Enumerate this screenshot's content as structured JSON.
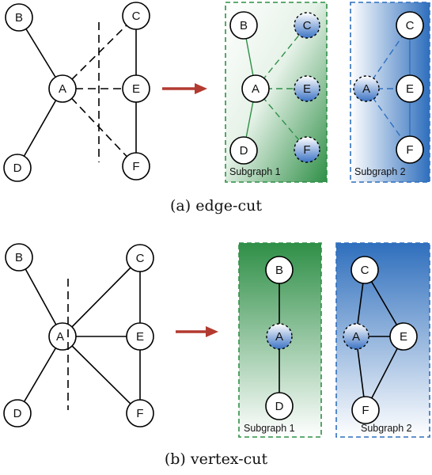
{
  "captions": {
    "edge_cut": "(a) edge-cut",
    "vertex_cut": "(b) vertex-cut"
  },
  "node_labels": {
    "a": "A",
    "b": "B",
    "c": "C",
    "d": "D",
    "e": "E",
    "f": "F"
  },
  "subgraph_labels": {
    "edge_1": "Subgraph 1",
    "edge_2": "Subgraph  2",
    "vertex_1": "Subgraph 1",
    "vertex_2": "Subgraph 2"
  },
  "colors": {
    "green": "#3a9a52",
    "blue": "#3a78c4",
    "arrow": "#b33a30"
  }
}
